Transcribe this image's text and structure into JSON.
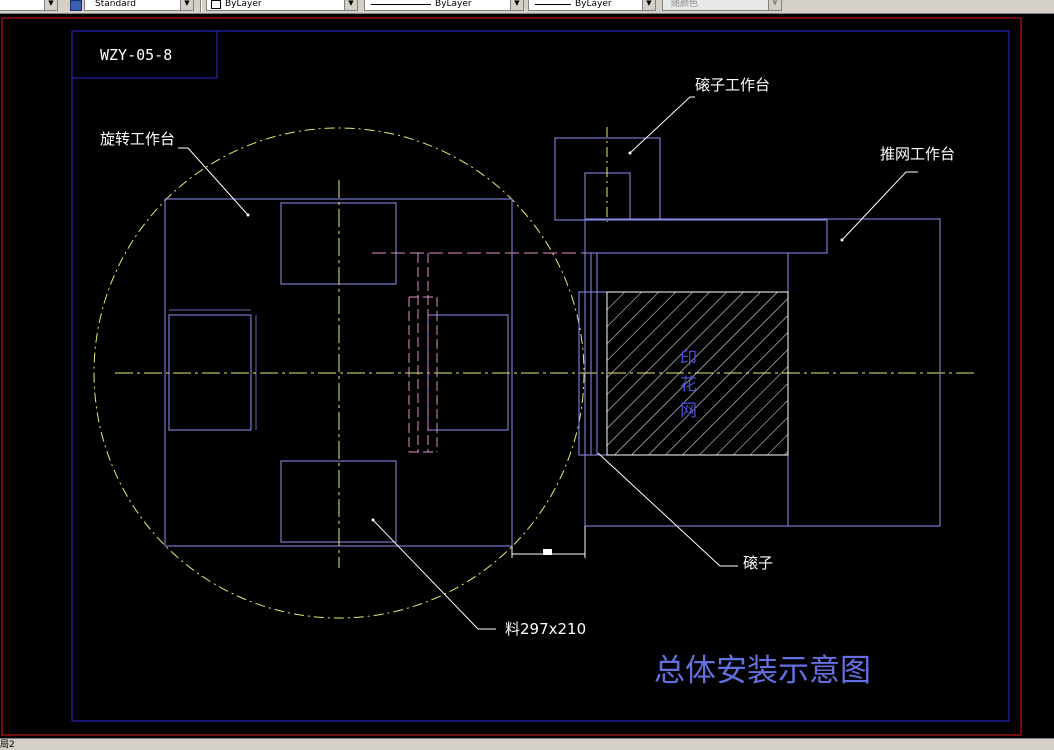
{
  "toolbar": {
    "text_style_value": "Standard",
    "layer_value": "ByLayer",
    "linetype_value": "ByLayer",
    "lineweight_value": "ByLayer",
    "plotstyle_value": "随颜色"
  },
  "drawing": {
    "drawing_number": "WZY-05-8",
    "labels": {
      "rotary_table": "旋转工作台",
      "squeegee_table": "磙子工作台",
      "push_screen_table": "推网工作台",
      "squeegee": "磙子",
      "material": "料297x210",
      "printing_screen": [
        "印",
        "花",
        "网"
      ]
    },
    "title": "总体安装示意图"
  },
  "tabs": {
    "layout_tab": "局2"
  },
  "colors": {
    "background": "#000000",
    "border_red": "#e01818",
    "frame_blue": "#2a2ad8",
    "geometry": "#8a8ff0",
    "centerline_yellow": "#e8e870",
    "hidden_pink": "#e090c8",
    "leader_white": "#ffffff",
    "title_blue": "#6470e0"
  }
}
